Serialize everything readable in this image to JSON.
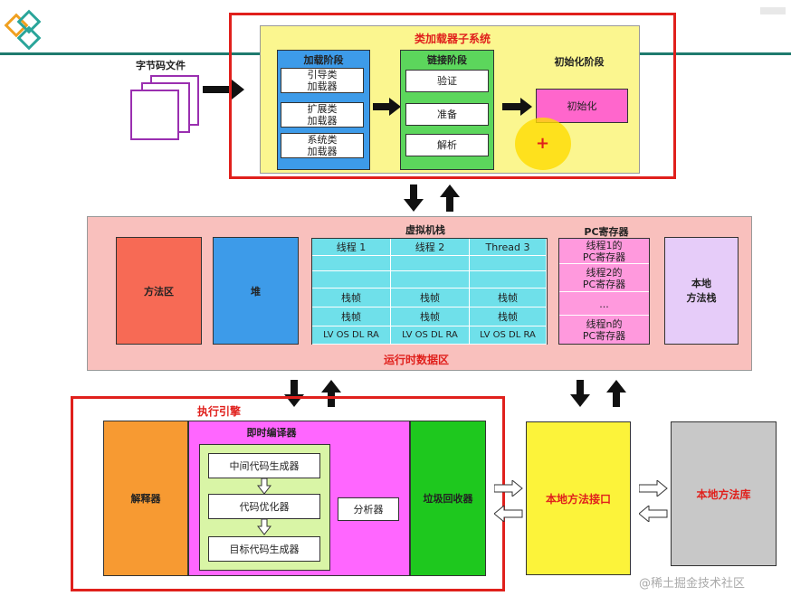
{
  "bytecode_label": "字节码文件",
  "loader_subsystem": {
    "title": "类加载器子系统",
    "loading": {
      "title": "加载阶段",
      "items": [
        "引导类\n加载器",
        "扩展类\n加载器",
        "系统类\n加载器"
      ]
    },
    "linking": {
      "title": "链接阶段",
      "items": [
        "验证",
        "准备",
        "解析"
      ]
    },
    "init": {
      "title": "初始化阶段",
      "item": "初始化"
    }
  },
  "runtime": {
    "title": "运行时数据区",
    "method_area": "方法区",
    "heap": "堆",
    "vm_stack": {
      "title": "虚拟机栈",
      "threads": [
        "线程 1",
        "线程 2",
        "Thread 3"
      ],
      "frame": "栈帧",
      "frame_detail": "LV OS DL RA"
    },
    "pc": {
      "title": "PC寄存器",
      "items": [
        "线程1的\nPC寄存器",
        "线程2的\nPC寄存器",
        "...",
        "线程n的\nPC寄存器"
      ]
    },
    "native_stack": "本地\n方法栈"
  },
  "engine": {
    "title": "执行引擎",
    "interpreter": "解释器",
    "jit": {
      "title": "即时编译器",
      "steps": [
        "中间代码生成器",
        "代码优化器",
        "目标代码生成器"
      ],
      "analyzer": "分析器"
    },
    "gc": "垃圾回收器"
  },
  "native_interface": "本地方法接口",
  "native_library": "本地方法库",
  "watermark": "@稀土掘金技术社区",
  "colors": {
    "red": "#e0201c",
    "yellow": "#fbf68f",
    "green": "#5cd65c",
    "pink": "#f9c0bd",
    "orange_red": "#f76a55",
    "blue": "#3d9be9",
    "cyan": "#6fe0ea",
    "magenta": "#ff66ff",
    "orange": "#f79a32",
    "bright_yellow": "#fcf33a",
    "gray": "#c8c8c8",
    "lavender": "#e6ccf9"
  }
}
